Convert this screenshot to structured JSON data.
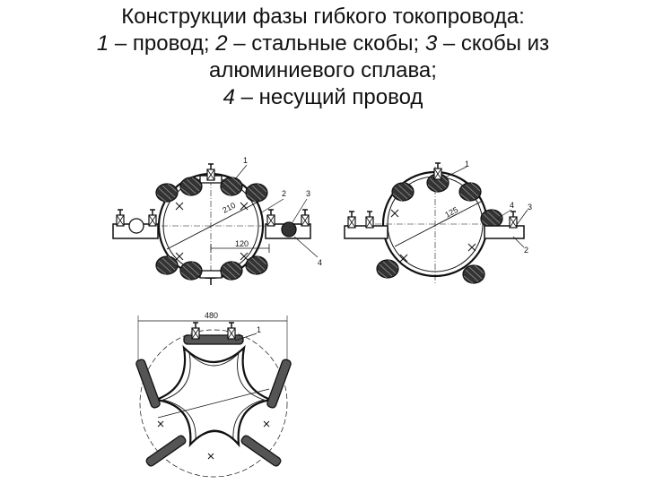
{
  "title": {
    "line1": "Конструкции фазы гибкого токопровода:",
    "line2_n1": "1",
    "line2_t1": " – провод; ",
    "line2_n2": "2",
    "line2_t2": " – стальные скобы; ",
    "line2_n3": "3",
    "line2_t3": " – скобы из",
    "line3": "алюминиевого сплава;",
    "line4_n": "4",
    "line4_t": " – несущий провод"
  },
  "fig_a": {
    "label_1": "1",
    "label_2": "2",
    "label_3": "3",
    "label_4": "4",
    "dim_diameter": "210",
    "dim_width": "120"
  },
  "fig_b": {
    "label_1": "1",
    "label_2": "2",
    "label_3": "3",
    "label_4": "4",
    "dim_diameter": "125"
  },
  "fig_c": {
    "label_1": "1",
    "dim_width": "480"
  }
}
